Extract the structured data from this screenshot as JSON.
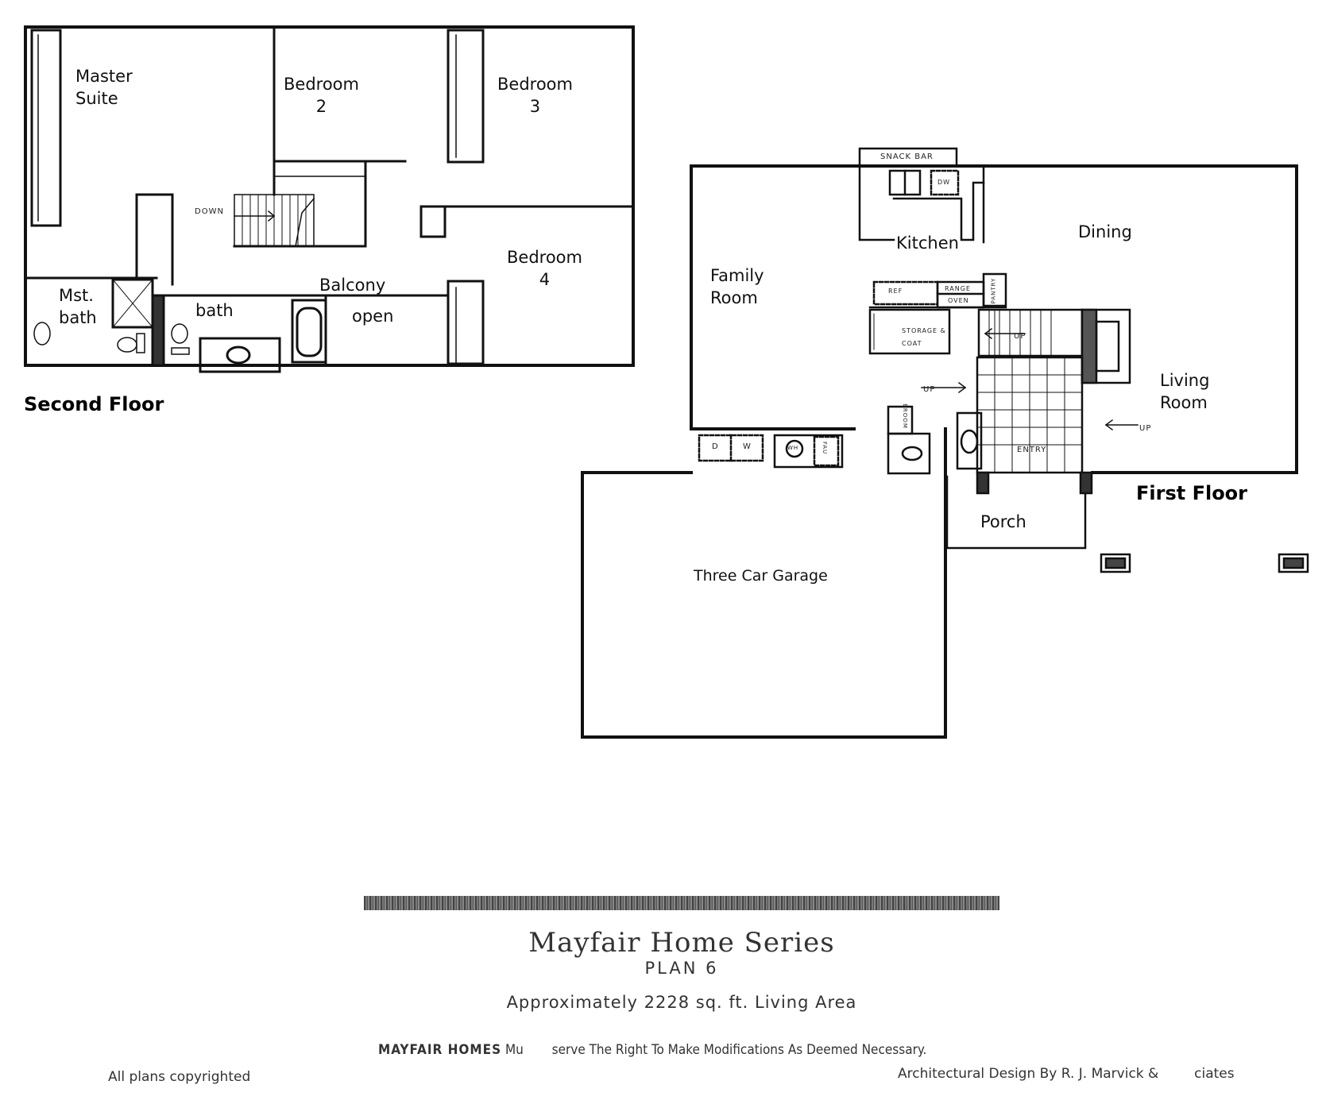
{
  "second_floor": {
    "title": "Second Floor",
    "rooms": {
      "master_suite": "Master\nSuite",
      "bedroom_2": "Bedroom\n2",
      "bedroom_3": "Bedroom\n3",
      "bedroom_4": "Bedroom\n4",
      "mst_bath": "Mst.\nbath",
      "bath": "bath",
      "balcony": "Balcony",
      "open": "open"
    },
    "small_labels": {
      "down": "DOWN"
    }
  },
  "first_floor": {
    "title": "First Floor",
    "rooms": {
      "kitchen": "Kitchen",
      "dining": "Dining",
      "family_room": "Family\nRoom",
      "living_room": "Living\nRoom",
      "porch": "Porch",
      "garage": "Three Car Garage"
    },
    "small_labels": {
      "snack_bar": "SNACK BAR",
      "dw": "DW",
      "ref": "REF",
      "range": "RANGE",
      "oven": "OVEN",
      "pantry": "PANTRY",
      "storage": "STORAGE &",
      "coat": "COAT",
      "up_stair": "UP",
      "up_family": "UP",
      "up_living": "UP",
      "entry": "ENTRY",
      "broom": "BROOM",
      "d": "D",
      "w": "W",
      "wh": "WH",
      "fau": "FAU"
    }
  },
  "footer": {
    "series": "Mayfair Home Series",
    "plan": "PLAN 6",
    "area": "Approximately 2228 sq. ft. Living Area",
    "brand": "MAYFAIR HOMES",
    "notice_a": "Mu",
    "notice_b": "serve The Right To Make Modifications As Deemed Necessary.",
    "copyright": "All plans copyrighted",
    "credit_a": "Architectural Design By R. J. Marvick &",
    "credit_b": "ciates"
  }
}
